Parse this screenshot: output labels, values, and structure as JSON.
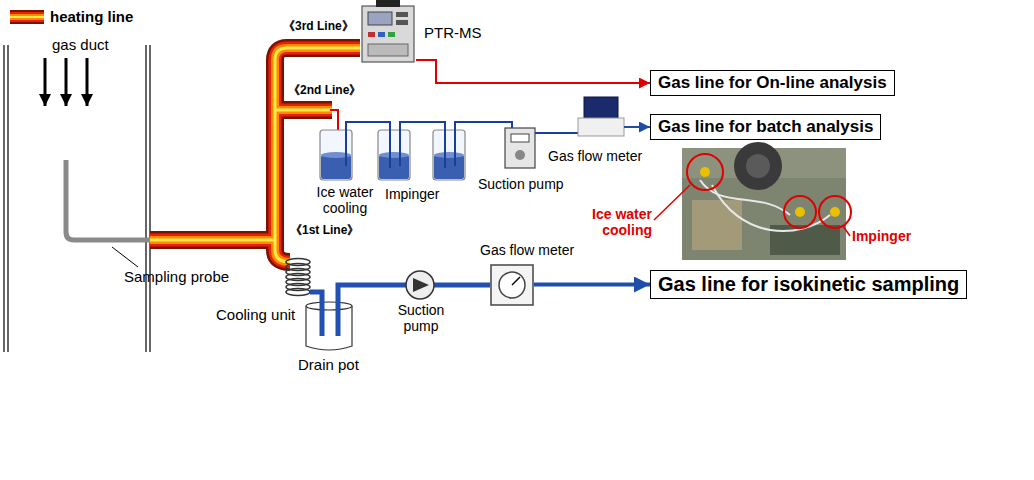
{
  "diagram": {
    "nodes": [
      {
        "text": [
          "PTR-MS"
        ]
      },
      {
        "text": [
          "Gas line for On-line analysis"
        ]
      },
      {
        "text": [
          "Gas flow meter"
        ]
      },
      {
        "text": [
          "Gas line for batch analysis"
        ]
      },
      {
        "text": [
          "Gas flow meter"
        ]
      },
      {
        "text": [
          "Gas line for isokinetic sampling"
        ]
      }
    ],
    "edges": [
      {
        "from": 0,
        "to": 1,
        "arrow": "to"
      },
      {
        "from": 2,
        "to": 3,
        "arrow": "to"
      },
      {
        "from": 4,
        "to": 5,
        "arrow": "to"
      }
    ],
    "labels": [
      "gas duct",
      "《3rd Line》",
      "《2nd Line》",
      "《1st Line》",
      "Ice water cooling",
      "Impinger",
      "Suction pump",
      "Sampling probe",
      "Cooling unit",
      "Drain pot",
      "Suction pump",
      "Ice water cooling",
      "Impinger"
    ],
    "legend": [
      {
        "text": "heating line"
      }
    ]
  }
}
